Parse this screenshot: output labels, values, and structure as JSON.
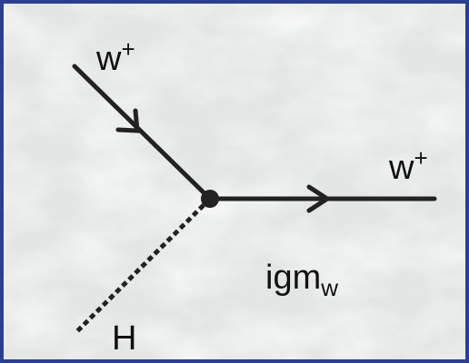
{
  "diagram": {
    "particles": {
      "incoming_w": {
        "base": "w",
        "sup": "+"
      },
      "outgoing_w": {
        "base": "w",
        "sup": "+"
      },
      "higgs": "H"
    },
    "coupling": {
      "base": "igm",
      "sub": "w"
    }
  },
  "colors": {
    "frame_border": "#2a3f8f",
    "background": "#eceeee",
    "line": "#222222"
  }
}
